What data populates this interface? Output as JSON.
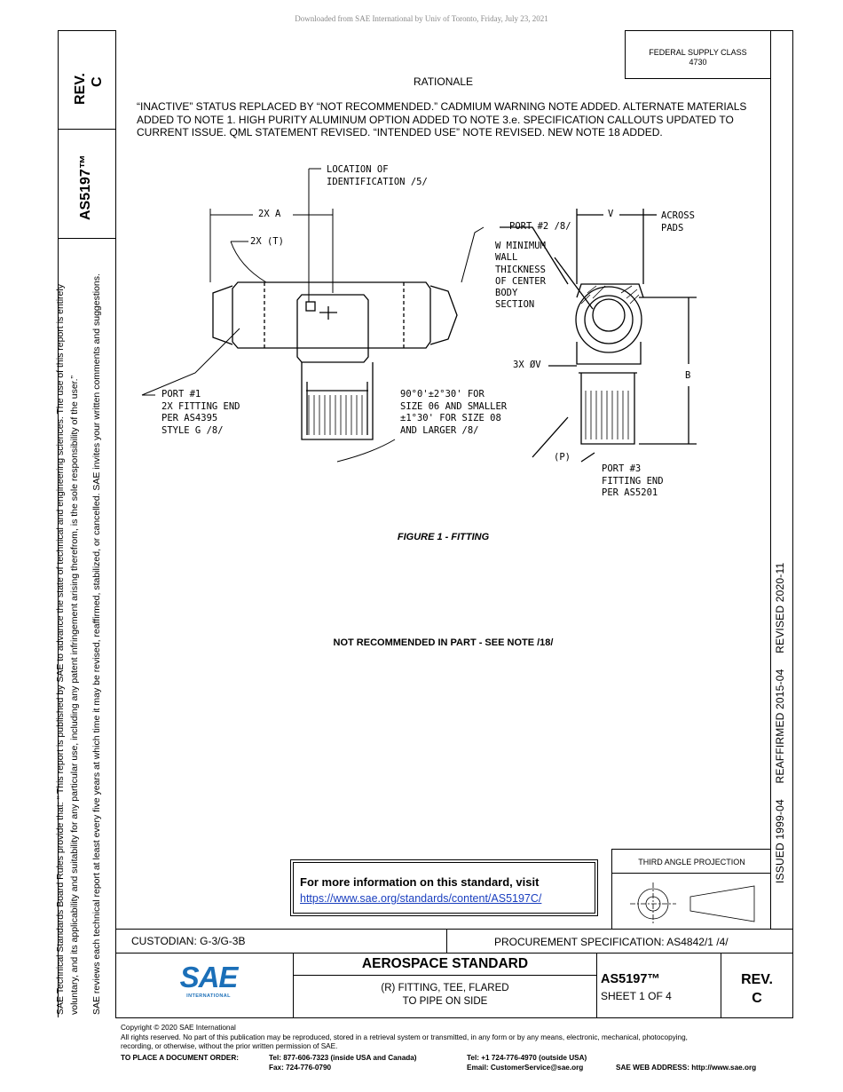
{
  "download_notice": "Downloaded from SAE International by Univ of Toronto, Friday, July 23, 2021",
  "left_margin": {
    "rev_label": "REV.",
    "rev_value": "C",
    "doc_number": "AS5197™",
    "disclaimer_line1": "SAE Technical Standards Board Rules provide that: “ This report is published by SAE to advance the state of technical and engineering sciences. The use of this report is entirely",
    "disclaimer_line2": "voluntary, and its applicability and suitability for any particular use, including any patent infringement arising therefrom, is the sole responsibility of the user.”",
    "disclaimer_line3": "SAE reviews each technical report at least every five years at which time it may be revised, reaffirmed, stabilized, or cancelled. SAE invites your written comments and suggestions."
  },
  "header": {
    "federal_supply_class": "FEDERAL SUPPLY CLASS",
    "federal_supply_number": "4730",
    "rationale_title": "RATIONALE",
    "rationale_text": "“INACTIVE” STATUS REPLACED BY “NOT RECOMMENDED.” CADMIUM WARNING NOTE ADDED. ALTERNATE MATERIALS ADDED TO NOTE 1. HIGH PURITY ALUMINUM OPTION ADDED TO NOTE 3.e. SPECIFICATION CALLOUTS UPDATED TO CURRENT ISSUE. QML STATEMENT REVISED. “INTENDED USE” NOTE REVISED. NEW NOTE 18 ADDED."
  },
  "drawing": {
    "location_of_identification": [
      "LOCATION OF",
      "IDENTIFICATION /5/"
    ],
    "two_x_a": "2X A",
    "two_x_t": "2X (T)",
    "port2": "PORT #2 /8/",
    "v_label": "V",
    "across_pads": [
      "ACROSS",
      "PADS"
    ],
    "w_minimum": [
      "W MINIMUM",
      "WALL",
      "THICKNESS",
      "OF CENTER",
      "BODY",
      "SECTION"
    ],
    "three_x_v": "3X ØV",
    "b_label": "B",
    "port1": [
      "PORT #1",
      "2X FITTING END",
      "PER AS4395",
      "STYLE G /8/"
    ],
    "angle_note": [
      "90°0'±2°30' FOR",
      "SIZE 06 AND SMALLER",
      "±1°30' FOR SIZE 08",
      "AND LARGER /8/"
    ],
    "p_label": "(P)",
    "port3": [
      "PORT #3",
      "FITTING END",
      "PER AS5201"
    ],
    "figure_caption": "FIGURE 1 - FITTING"
  },
  "not_recommended": "NOT RECOMMENDED IN PART - SEE NOTE /18/",
  "right_margin": {
    "dates": "ISSUED 1999-04     REAFFIRMED 2015-04     REVISED 2020-11"
  },
  "info_box": {
    "text": "For more information on this standard, visit",
    "link": "https://www.sae.org/standards/content/AS5197C/"
  },
  "projection": {
    "label": "THIRD ANGLE PROJECTION"
  },
  "title_block": {
    "custodian": "CUSTODIAN: G-3/G-3B",
    "procurement": "PROCUREMENT SPECIFICATION: AS4842/1 /4/",
    "logo_text": "SAE",
    "logo_sub": "INTERNATIONAL",
    "standard_type": "AEROSPACE STANDARD",
    "title_line1": "(R) FITTING, TEE, FLARED",
    "title_line2": "TO PIPE ON SIDE",
    "doc_number": "AS5197™",
    "sheet": "SHEET 1 OF 4",
    "rev_label": "REV.",
    "rev_value": "C"
  },
  "footer": {
    "copyright": "Copyright © 2020 SAE International",
    "rights1": "All rights reserved. No part of this publication may be reproduced, stored in a retrieval system or transmitted, in any form or by any means, electronic, mechanical, photocopying,",
    "rights2": "recording, or otherwise, without the prior written permission of SAE.",
    "order_label": "TO PLACE A DOCUMENT ORDER:",
    "tel_usa": "Tel: 877-606-7323 (inside USA and Canada)",
    "fax": "Fax: 724-776-0790",
    "tel_outside": "Tel: +1 724-776-4970 (outside USA)",
    "email": "Email: CustomerService@sae.org",
    "web": "SAE WEB ADDRESS: http://www.sae.org"
  },
  "colors": {
    "sae_blue": "#1b6fb8",
    "link_blue": "#1a3fbf"
  }
}
